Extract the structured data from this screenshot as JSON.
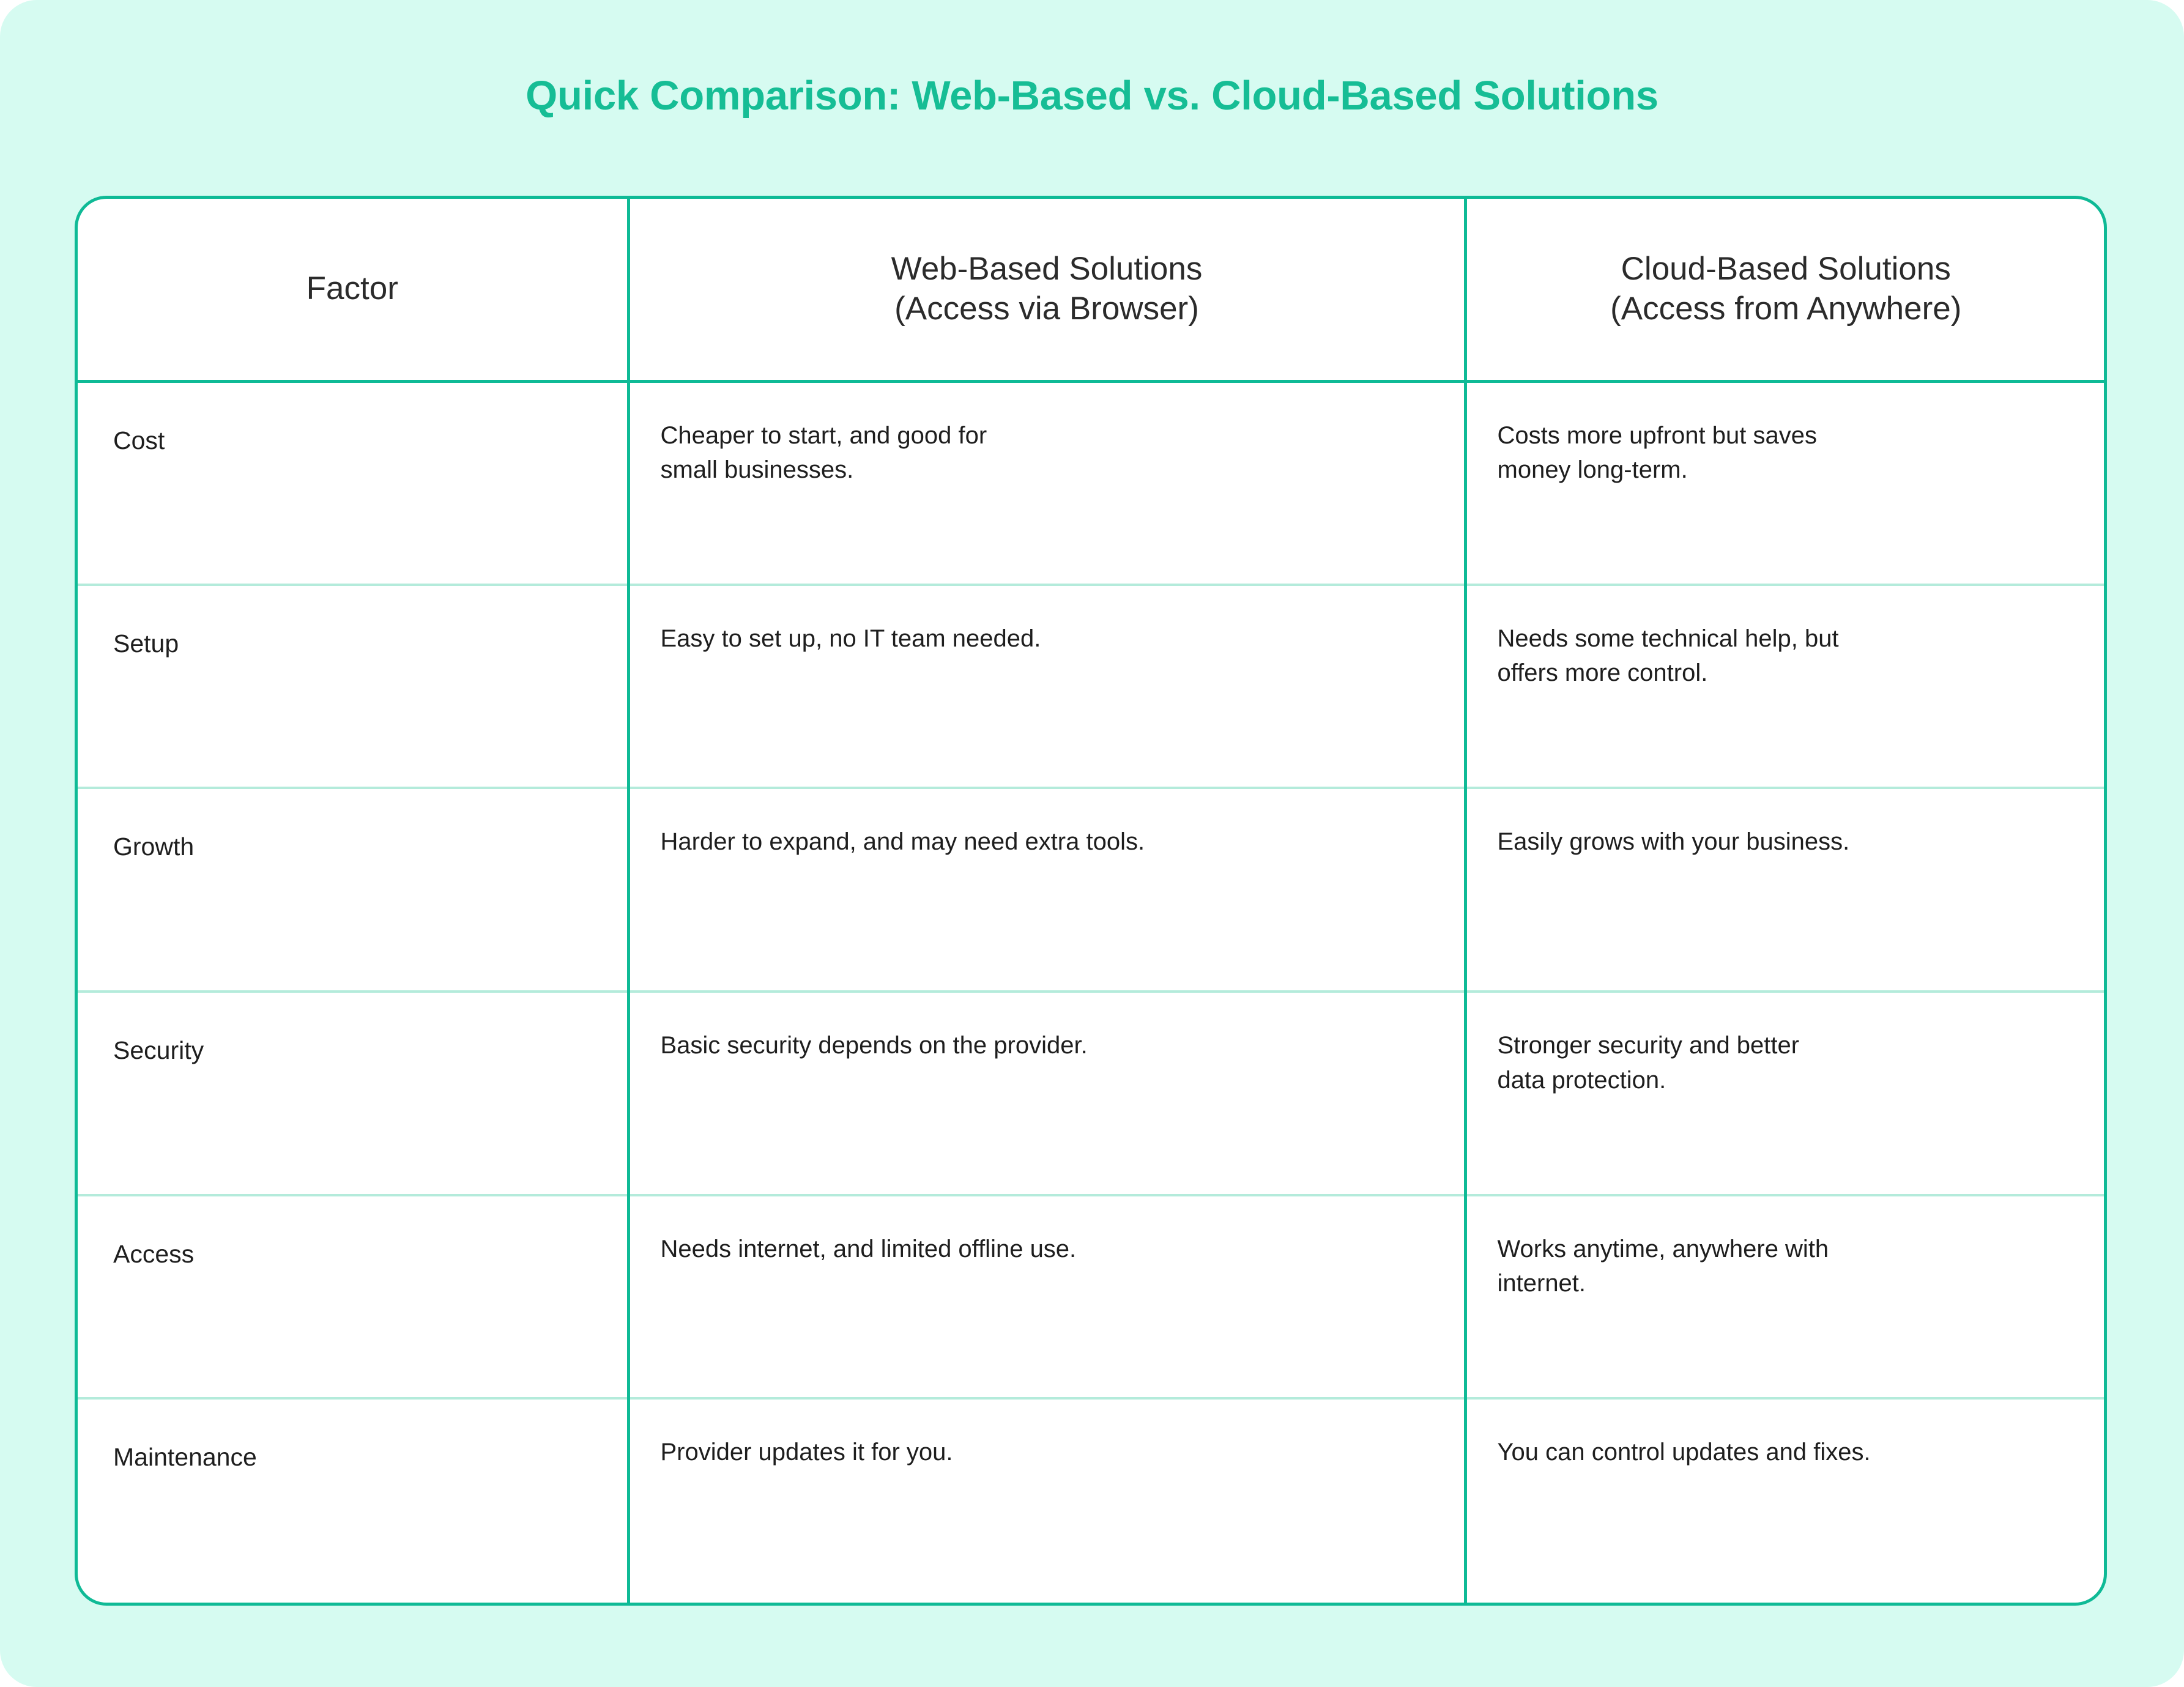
{
  "title": "Quick Comparison: Web-Based vs. Cloud-Based Solutions",
  "colors": {
    "background": "#d6fbf1",
    "accent": "#16bd95",
    "border": "#0fba96",
    "row_divider": "#b4ebdb",
    "table_background": "#ffffff",
    "text": "#1e1e1e"
  },
  "table": {
    "headers": {
      "factor": "Factor",
      "web_line1": "Web-Based Solutions",
      "web_line2": "(Access via Browser)",
      "cloud_line1": "Cloud-Based Solutions",
      "cloud_line2": "(Access from Anywhere)"
    },
    "rows": [
      {
        "factor": "Cost",
        "web_line1": "Cheaper to start, and good for",
        "web_line2": "small businesses.",
        "cloud_line1": "Costs more upfront but saves",
        "cloud_line2": "money long-term."
      },
      {
        "factor": "Setup",
        "web_line1": "Easy to set up, no IT team needed.",
        "web_line2": "",
        "cloud_line1": "Needs some technical help, but",
        "cloud_line2": "offers more control."
      },
      {
        "factor": "Growth",
        "web_line1": "Harder to expand, and may need extra tools.",
        "web_line2": "",
        "cloud_line1": "Easily grows with your business.",
        "cloud_line2": ""
      },
      {
        "factor": "Security",
        "web_line1": "Basic security depends on the provider.",
        "web_line2": "",
        "cloud_line1": "Stronger security and better",
        "cloud_line2": "data protection."
      },
      {
        "factor": "Access",
        "web_line1": "Needs internet, and limited offline use.",
        "web_line2": "",
        "cloud_line1": "Works anytime, anywhere with",
        "cloud_line2": "internet."
      },
      {
        "factor": "Maintenance",
        "web_line1": "Provider updates it for you.",
        "web_line2": "",
        "cloud_line1": "You can control updates and fixes.",
        "cloud_line2": ""
      }
    ]
  }
}
